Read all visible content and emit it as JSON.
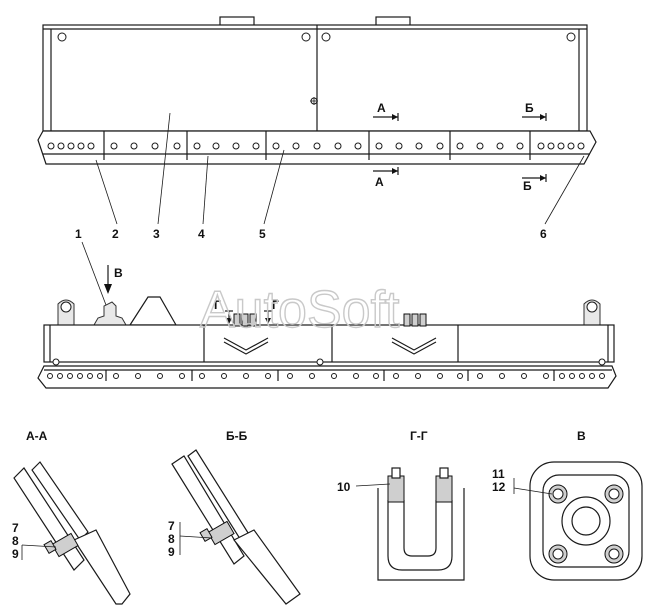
{
  "watermark": "AutoSoft",
  "callouts": {
    "c1": "1",
    "c2": "2",
    "c3": "3",
    "c4": "4",
    "c5": "5",
    "c6": "6",
    "c7": "7",
    "c8": "8",
    "c9": "9",
    "c10": "10",
    "c11": "11",
    "c12": "12",
    "c7b": "7",
    "c8b": "8",
    "c9b": "9"
  },
  "section_marks": {
    "a": "А",
    "a2": "А",
    "b": "Б",
    "b2": "Б",
    "v": "В",
    "g1": "Г",
    "g2": "Г"
  },
  "view_titles": {
    "aa": "А-А",
    "bb": "Б-Б",
    "gg": "Г-Г",
    "v": "В"
  }
}
